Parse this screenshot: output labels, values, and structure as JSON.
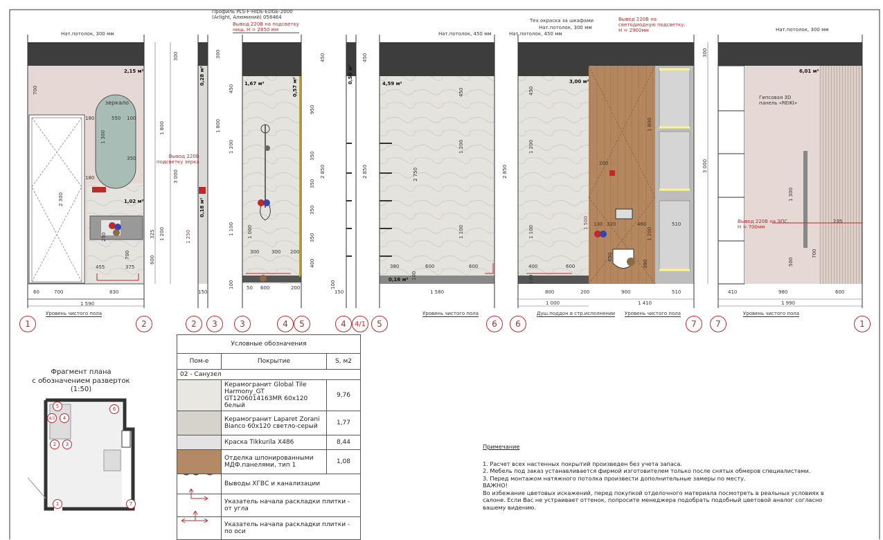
{
  "header": {
    "profile_note": "Профиль PLS-F-HIDE-EDGE-2000\n(Arlight, Алюминий) 058464",
    "outlet_niche": "Вывод 220В на подсветку\nниш. H = 2850 мм",
    "tech_paint": "Тех.окраска за шкафами",
    "outlet_led": "Вывод 220В на\nсветодиодную подсветку.\nH = 2900мм"
  },
  "ceilings": {
    "c300a": "Нат.потолок, 300 мм",
    "c450a": "Нат.потолок, 450 мм",
    "c300b": "Нат.потолок, 300 мм",
    "c450b": "Нат.потолок, 450 мм",
    "c300c": "Нат.потолок, 300 мм"
  },
  "labels": {
    "mirror": "зеркало",
    "mirror_outlet": "Вывод 220В\nподсветку зерка",
    "gypsum_panel": "Гипсовая 3D\nпанель «REIKI»",
    "eps_outlet": "Вывод 220В на ЭПС.\nH = 700мм",
    "shower_tray": "Душ.поддон в стр.исполнении",
    "floor1": "Уровень чистого пола",
    "floor2": "Уровень чистого пола",
    "floor3": "Уровень чистого пола",
    "floor4": "Уровень чистого пола"
  },
  "areas": {
    "a1": "2,15 м²",
    "a2": "1,02 м²",
    "a3": "0,28 м²",
    "a4": "0,18 м²",
    "a5": "1,67 м²",
    "a6": "0,57 м²",
    "a7": "0,50 м²",
    "a8": "4,59 м²",
    "a9": "0,16 м²",
    "a10": "3,00 м²",
    "a11": "6,01 м²"
  },
  "dims_h": {
    "d60": "60",
    "d700": "700",
    "d830": "830",
    "d1590": "1 590",
    "d180a": "180",
    "d550": "550",
    "d100a": "100",
    "d350": "350",
    "d180b": "180",
    "d455": "455",
    "d375": "375",
    "d150a": "150",
    "d300a": "300",
    "d300b": "300",
    "d200a": "200",
    "d600a": "600",
    "d200b": "200",
    "d50": "50",
    "d150b": "150",
    "d380": "380",
    "d600b": "600",
    "d600c": "600",
    "d1580": "1 580",
    "d400": "400",
    "d600d": "600",
    "d800": "800",
    "d200c": "200",
    "d900": "900",
    "d510a": "510",
    "d1000": "1 000",
    "d1410": "1 410",
    "d200d": "200",
    "d130": "130",
    "d320": "320",
    "d460": "460",
    "d510b": "510",
    "d410": "410",
    "d980": "980",
    "d600e": "600",
    "d1990": "1 990",
    "d235": "235"
  },
  "dims_v": {
    "v300a": "300",
    "v700": "700",
    "v1800a": "1 800",
    "v3000a": "3 000",
    "v2300": "2 300",
    "v1300a": "1 300",
    "v325": "325",
    "v1200a": "1 200",
    "v600a": "600",
    "v250": "250",
    "v700b": "700",
    "v1250": "1 250",
    "v300b": "300",
    "v450a": "450",
    "v1800b": "1 800",
    "v1200b": "1 200",
    "v1100a": "1 100",
    "v100a": "100",
    "v1000": "1 000",
    "v450b": "450",
    "v950": "950",
    "v350a": "350",
    "v2850a": "2 850",
    "v350b": "350",
    "v350c": "350",
    "v350d": "350",
    "v400a": "400",
    "v100b": "100",
    "v450c": "450",
    "v2850b": "2 850",
    "v450d": "450",
    "v1200c": "1 200",
    "v2750": "2 750",
    "v1100b": "1 100",
    "v100c": "100",
    "v450e": "450",
    "v2850c": "2 850",
    "v1200d": "1 200",
    "v1100c": "1 100",
    "v100d": "100",
    "v1500": "1 500",
    "v650": "650",
    "v390": "390",
    "v1800c": "1 800",
    "v1200e": "1 200",
    "v300c": "300",
    "v3000b": "3 000",
    "v1300b": "1 300",
    "v500": "500",
    "v700c": "700"
  },
  "axes": [
    "1",
    "2",
    "2",
    "3",
    "3",
    "4",
    "5",
    "4",
    "4/1",
    "5",
    "6",
    "6",
    "7",
    "7",
    "1"
  ],
  "legend": {
    "title": "Условные обозначения",
    "col_room": "Пом-е",
    "col_cover": "Покрытие",
    "col_area": "S, м2",
    "room": "02 - Санузел",
    "rows": [
      {
        "name": "Керамогранит Global Tile Harmony_GT GT1206014163MR 60х120 белый",
        "area": "9,76",
        "swatch": "#e9e7e2"
      },
      {
        "name": "Керамогранит Laparet Zorani Bianco 60х120 светло-серый",
        "area": "1,77",
        "swatch": "#d6d3cd"
      },
      {
        "name": "Краска Tikkurila X486",
        "area": "8,44",
        "swatch": "#e3e3e3"
      },
      {
        "name": "Отделка шпонированными МДФ.панелями, тип 1",
        "area": "1,08",
        "swatch": "#b48a66"
      }
    ],
    "outlets": "Выводы ХГВС и канализации",
    "corner_marker": "Указатель начала раскладки плитки - от угла",
    "axis_marker": "Указатель начала раскладки плитки - по оси"
  },
  "plan": {
    "title": "Фрагмент плана\nс обозначением разверток\n(1:50)",
    "markers": [
      "5",
      "6",
      "4/1",
      "4",
      "2",
      "3",
      "1",
      "7"
    ]
  },
  "notes": {
    "heading": "Примечание",
    "n1": "1. Расчет всех настенных покрытий произведен без учета запаса.",
    "n2": "2. Мебель под заказ устанавливается фирмой изготовителем только после снятых обмеров специалистами.",
    "n3": "3. Перед монтажом натяжного потолка произвести дополнительные замеры по месту.",
    "n4": "ВАЖНО!",
    "n5": "Во избежание цветовых искажений, перед покупкой отделочного материала посмотреть в реальных условиях в салоне. Если Вас не устраивает оттенок, попросите менеджера подобрать подобный цветовой аналог согласно вашему видению."
  },
  "colors": {
    "ceiling": "#3d3d3d",
    "wall_pink": "#e6d9d5",
    "tile_grey": "#dcdad6",
    "wood": "#b5875f",
    "red": "#c0282a",
    "mirror": "#9db5b0",
    "green_mirror": "#a7bdb6"
  }
}
